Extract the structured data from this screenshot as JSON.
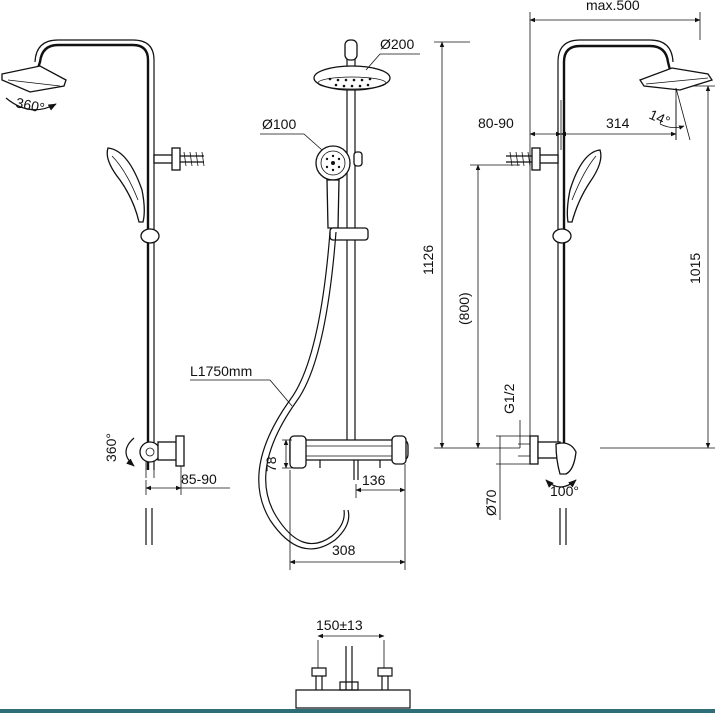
{
  "dimensions": {
    "head_rotation": "360°",
    "head_diameter": "Ø200",
    "hand_diameter": "Ø100",
    "max_width": "max.500",
    "tilt": "14°",
    "projection_wall": "80-90",
    "arm_reach": "314",
    "total_height": "1126",
    "bar_height": "(800)",
    "head_height": "1015",
    "hose_length": "L1750mm",
    "valve_rotation": "360°",
    "wall_offset": "85-90",
    "mixer_height": "78",
    "outlet_offset": "136",
    "mixer_length": "308",
    "thread": "G1/2",
    "rosette_diameter": "Ø70",
    "spout_rotation": "100°",
    "connection_spacing": "150±13"
  },
  "colors": {
    "line": "#111111",
    "bottom_bar": "#2e6e78"
  }
}
